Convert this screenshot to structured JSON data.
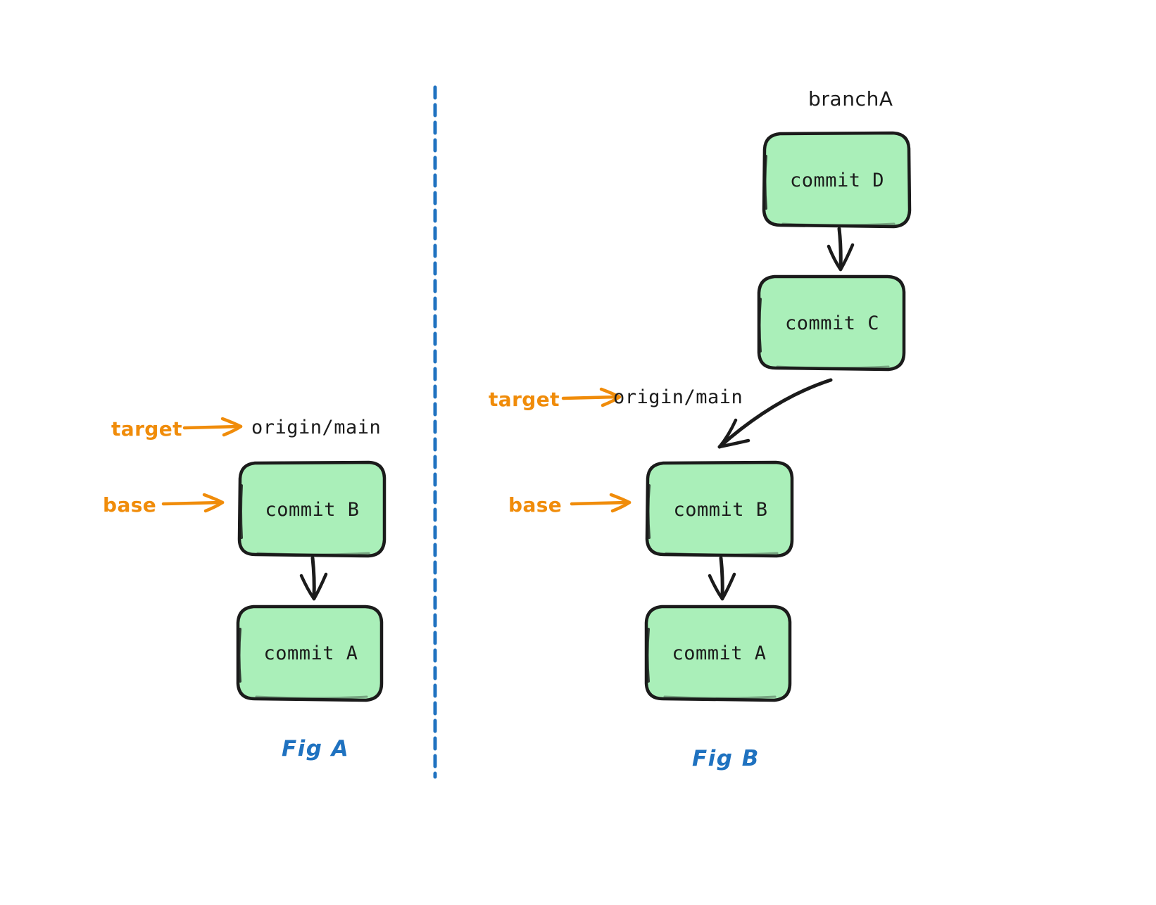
{
  "figure": {
    "title_domain": "git-branch-diagram",
    "background": "#ffffff",
    "divider": {
      "name": "panel-divider",
      "color": "#1f72c0",
      "style": "dashed-vertical"
    }
  },
  "palette": {
    "commit_fill": "#aaefb9",
    "commit_stroke": "#1b1b1b",
    "annotation": "#f08c0a",
    "figure_caption": "#1f72c0",
    "text": "#1b1b1b"
  },
  "panels": [
    {
      "id": "fig-a",
      "caption": "Fig A",
      "refs": [
        {
          "id": "target",
          "label": "target",
          "points_to": "origin/main"
        },
        {
          "id": "base",
          "label": "base",
          "points_to": "commit B"
        }
      ],
      "ref_names": [
        {
          "id": "origin-main",
          "label": "origin/main"
        }
      ],
      "commits": [
        {
          "id": "commit-b",
          "label": "commit B"
        },
        {
          "id": "commit-a",
          "label": "commit A"
        }
      ],
      "edges": [
        {
          "from": "commit B",
          "to": "commit A",
          "style": "straight"
        }
      ]
    },
    {
      "id": "fig-b",
      "caption": "Fig B",
      "refs": [
        {
          "id": "target",
          "label": "target",
          "points_to": "origin/main"
        },
        {
          "id": "base",
          "label": "base",
          "points_to": "commit B"
        }
      ],
      "ref_names": [
        {
          "id": "branch-a",
          "label": "branchA"
        },
        {
          "id": "origin-main",
          "label": "origin/main"
        }
      ],
      "commits": [
        {
          "id": "commit-d",
          "label": "commit D"
        },
        {
          "id": "commit-c",
          "label": "commit C"
        },
        {
          "id": "commit-b",
          "label": "commit B"
        },
        {
          "id": "commit-a",
          "label": "commit A"
        }
      ],
      "edges": [
        {
          "from": "commit D",
          "to": "commit C",
          "style": "straight"
        },
        {
          "from": "commit C",
          "to": "commit B",
          "style": "curved"
        },
        {
          "from": "commit B",
          "to": "commit A",
          "style": "straight"
        }
      ]
    }
  ]
}
